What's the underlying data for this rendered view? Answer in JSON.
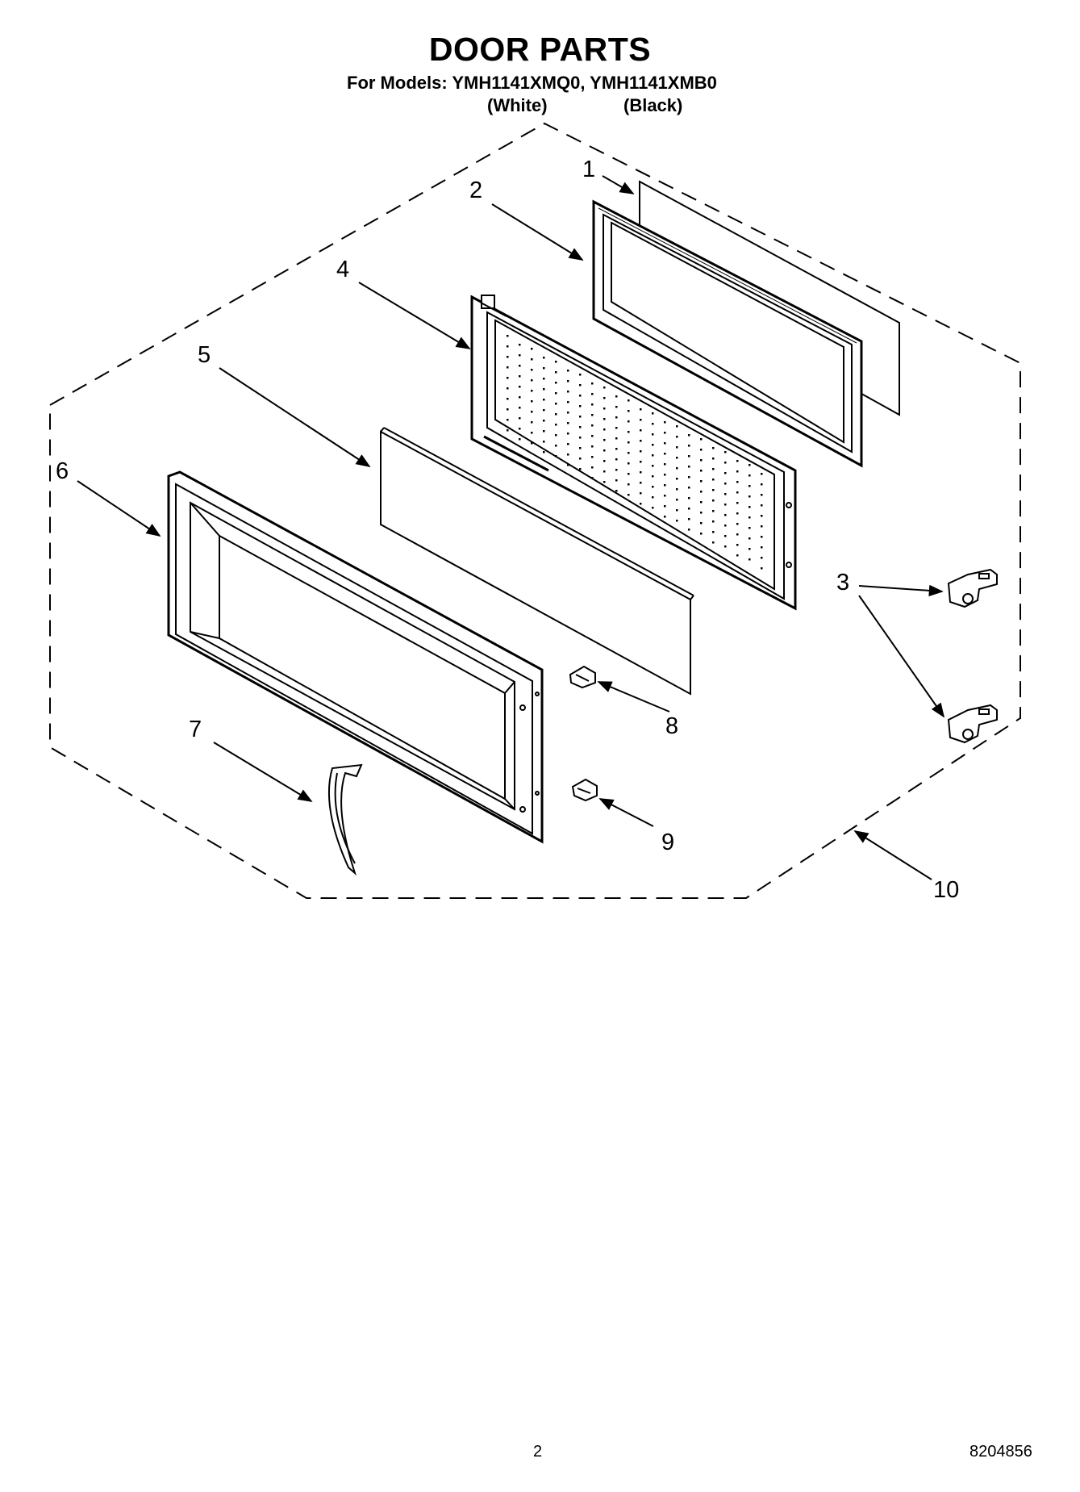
{
  "header": {
    "title": "DOOR PARTS",
    "models_line": "For Models: YMH1141XMQ0, YMH1141XMB0",
    "color_white": "(White)",
    "color_black": "(Black)"
  },
  "callouts": [
    "1",
    "2",
    "3",
    "4",
    "5",
    "6",
    "7",
    "8",
    "9",
    "10"
  ],
  "footer": {
    "page_number": "2",
    "document_number": "8204856"
  },
  "colors": {
    "line": "#000000",
    "background": "#ffffff"
  }
}
